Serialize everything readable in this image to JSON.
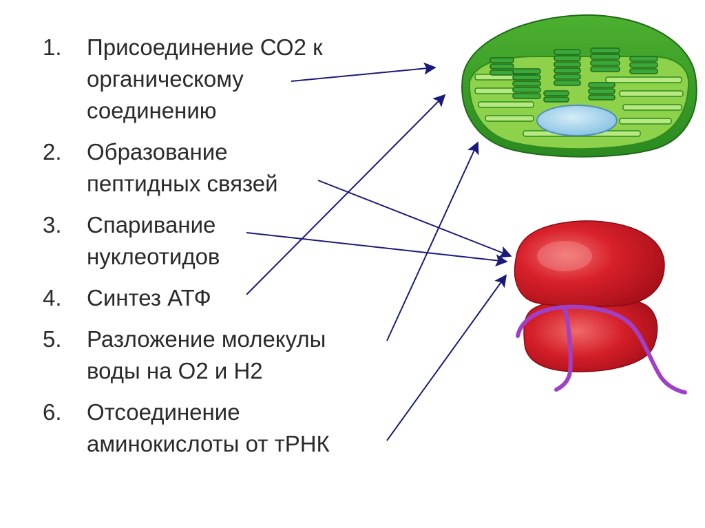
{
  "items": [
    {
      "number": "1.",
      "lines": [
        "Присоединение СО2 к",
        "органическому",
        "соединению"
      ]
    },
    {
      "number": "2.",
      "lines": [
        "Образование",
        "пептидных связей"
      ]
    },
    {
      "number": "3.",
      "lines": [
        "Спаривание",
        "нуклеотидов"
      ]
    },
    {
      "number": "4.",
      "lines": [
        "Синтез АТФ"
      ]
    },
    {
      "number": "5.",
      "lines": [
        "Разложение молекулы",
        "воды на О2 и Н2"
      ]
    },
    {
      "number": "6.",
      "lines": [
        "Отсоединение",
        "аминокислоты от тРНК"
      ]
    }
  ],
  "colors": {
    "text": "#2a2a2a",
    "arrow": "#1a1a7a",
    "chloroplast_dark": "#2e8b1e",
    "chloroplast_light": "#8ed14a",
    "thylakoid": "#3aa83a",
    "pyrenoid": "#a8d6f0",
    "ribosome": "#d8202a",
    "mrna": "#a040c8"
  },
  "icons": {
    "chloroplast": "chloroplast-illustration",
    "ribosome": "ribosome-illustration"
  }
}
